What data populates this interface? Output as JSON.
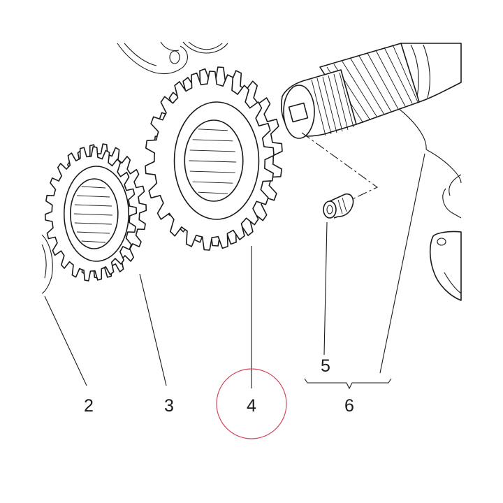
{
  "callouts": [
    {
      "id": "2",
      "label": "2"
    },
    {
      "id": "3",
      "label": "3"
    },
    {
      "id": "4",
      "label": "4",
      "highlighted": true
    },
    {
      "id": "5",
      "label": "5"
    },
    {
      "id": "6",
      "label": "6"
    }
  ],
  "colors": {
    "line": "#1a1a1a",
    "highlight": "#d2485c",
    "background": "#ffffff"
  }
}
